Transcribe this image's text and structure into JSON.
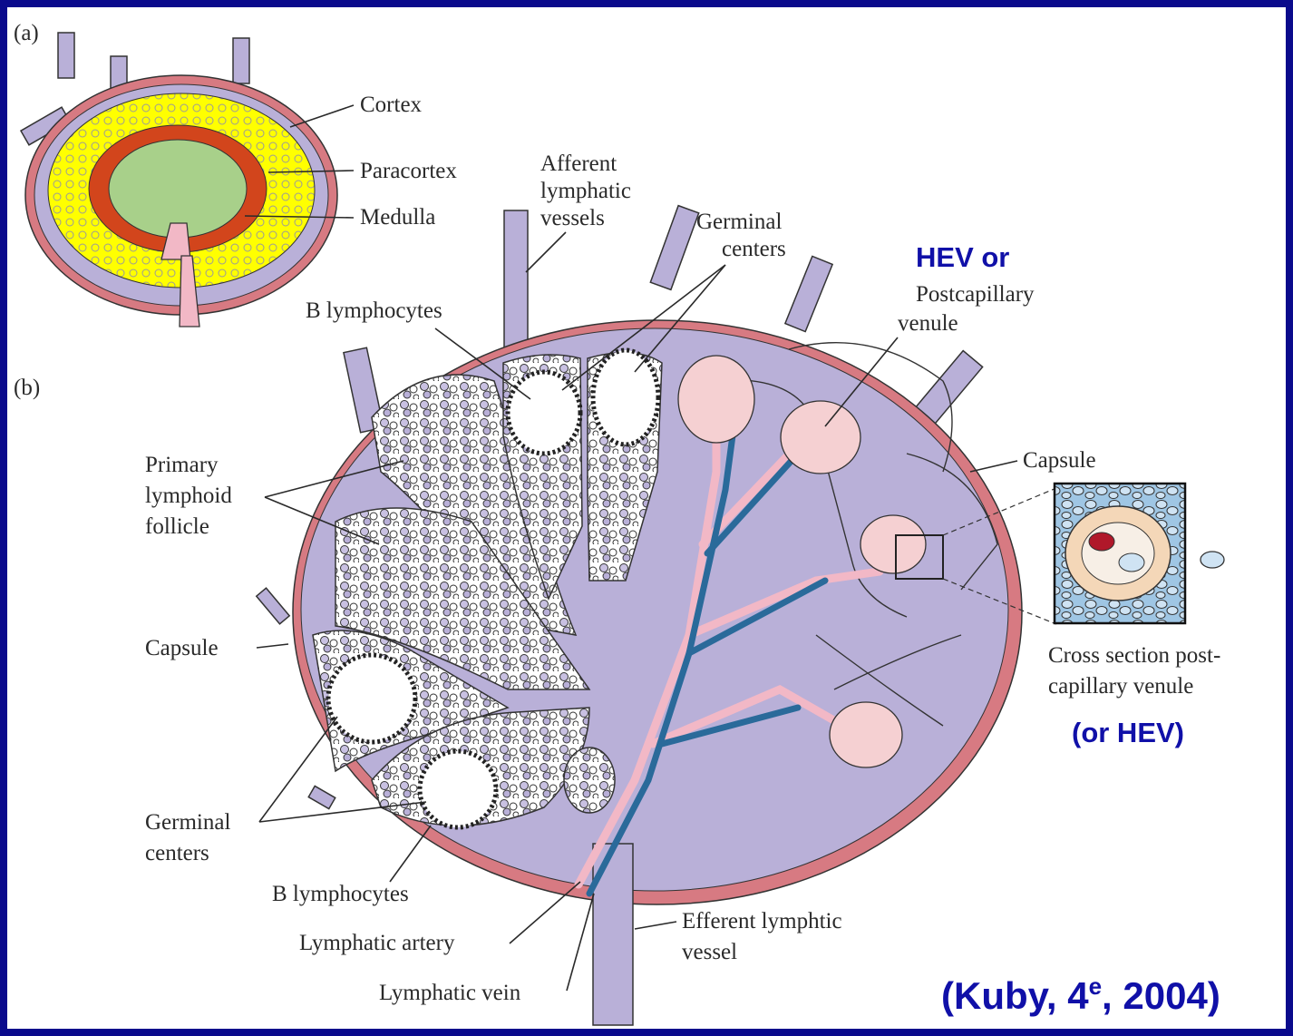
{
  "panels": {
    "a": "(a)",
    "b": "(b)"
  },
  "labels_a": {
    "cortex": "Cortex",
    "paracortex": "Paracortex",
    "medulla": "Medulla"
  },
  "labels_b": {
    "afferent_1": "Afferent",
    "afferent_2": "lymphatic",
    "afferent_3": "vessels",
    "germinal_top_1": "Germinal",
    "germinal_top_2": "centers",
    "b_lymph_top": "B lymphocytes",
    "hev_title": "HEV or",
    "postcap_1": "Postcapillary",
    "postcap_2": "venule",
    "primary_1": "Primary",
    "primary_2": "lymphoid",
    "primary_3": "follicle",
    "capsule_right": "Capsule",
    "capsule_left": "Capsule",
    "cross_1": "Cross section post-",
    "cross_2": "capillary venule",
    "or_hev": "(or HEV)",
    "germinal_bottom_1": "Germinal",
    "germinal_bottom_2": "centers",
    "b_lymph_bottom": "B lymphocytes",
    "lymph_artery": "Lymphatic artery",
    "efferent_1": "Efferent lymphtic",
    "efferent_2": "vessel",
    "lymph_vein": "Lymphatic vein"
  },
  "citation": {
    "prefix": "(Kuby, 4",
    "sup": "e",
    "suffix": ", 2004)"
  },
  "colors": {
    "border": "#0a0a8c",
    "capsule": "#d77a82",
    "lymph": "#b9b0d8",
    "cortex": "#ffff00",
    "paracortex": "#d2451c",
    "medulla": "#a8d08a",
    "artery": "#f2b8c6",
    "vein": "#2a6a9a",
    "annotation": "#1010a8"
  }
}
